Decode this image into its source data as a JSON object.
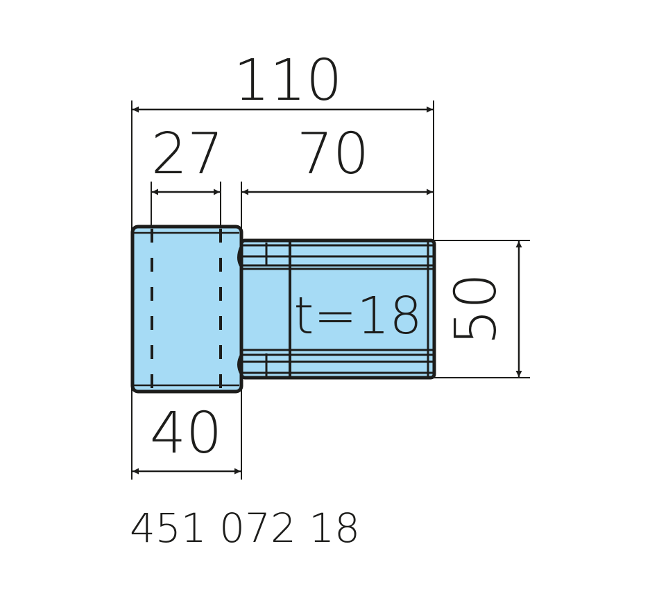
{
  "drawing": {
    "dimensions": {
      "overall_length": "110",
      "head_offset": "27",
      "shaft_length": "70",
      "height": "50",
      "head_width": "40"
    },
    "thickness_label": "t=18",
    "part_number": "451 072 18"
  },
  "colors": {
    "part_fill": "#a6dbf5",
    "line": "#1d1d1b"
  }
}
